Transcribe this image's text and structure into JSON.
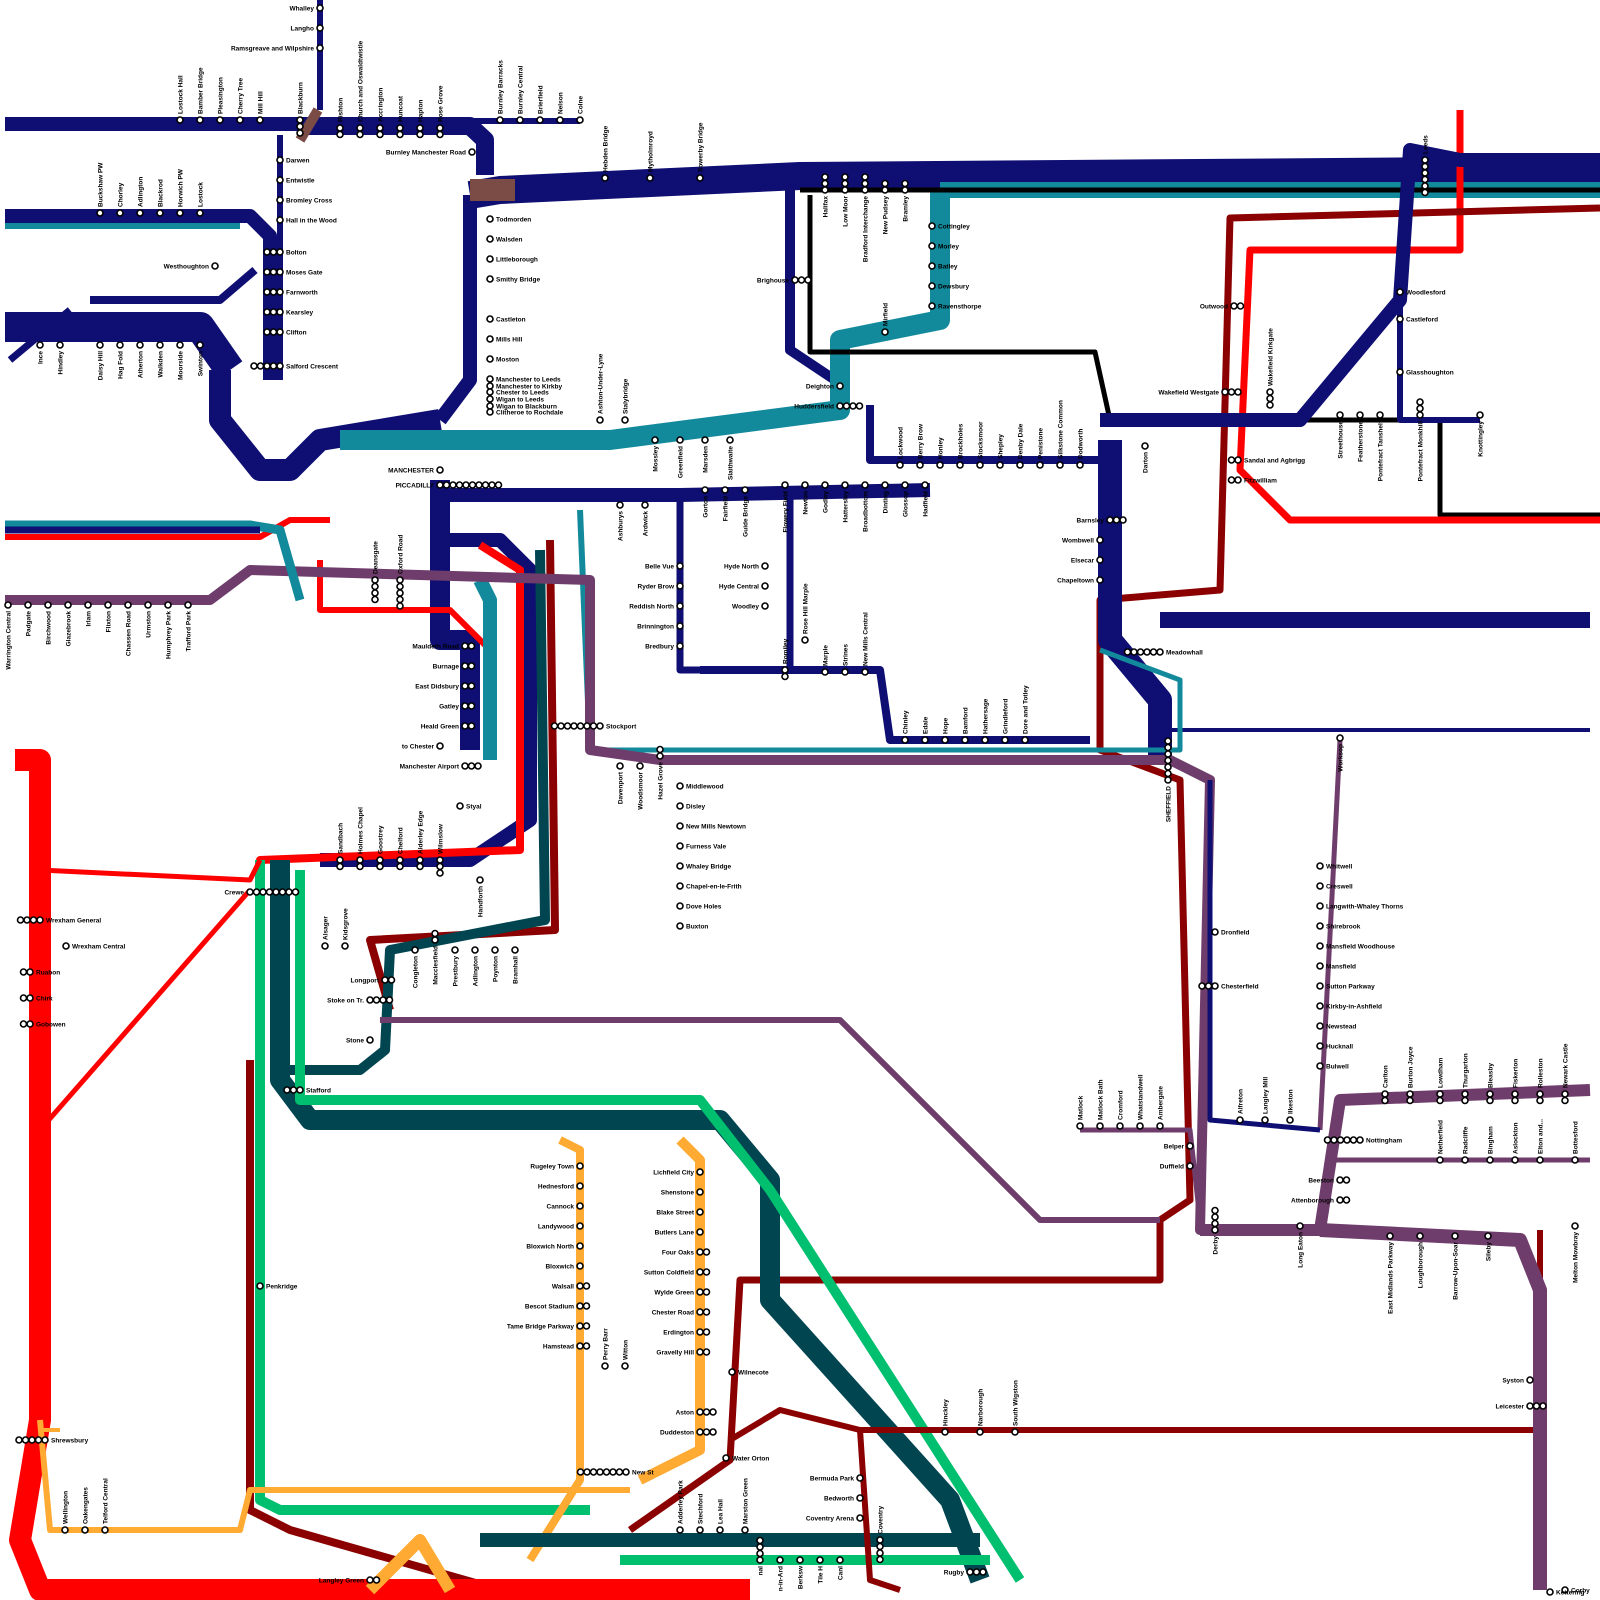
{
  "colors": {
    "navy": "#0e0e73",
    "teal": "#138a9c",
    "red": "#ff0000",
    "darkred": "#8b0000",
    "purple": "#6f3d6b",
    "darkteal": "#004550",
    "green": "#00bf6f",
    "orange": "#ffaa33",
    "brown": "#7b4b46",
    "black": "#000000"
  },
  "stations": {
    "whalley": "Whalley",
    "langho": "Langho",
    "ramsgreave": "Ramsgreave and Wilpshire",
    "lostock_hall": "Lostock Hall",
    "bamber_bridge": "Bamber Bridge",
    "pleasington": "Pleasington",
    "cherry_tree": "Cherry Tree",
    "mill_hill": "Mill Hill",
    "blackburn": "Blackburn",
    "rishton": "Rishton",
    "church": "Church and Oswaldtwistle",
    "accrington": "Accrington",
    "huncoat": "Huncoat",
    "hapton": "Hapton",
    "rose_grove": "Rose Grove",
    "burnley_barracks": "Burnley Barracks",
    "burnley_central": "Burnley Central",
    "brierfield": "Brierfield",
    "nelson": "Nelson",
    "colne": "Colne",
    "burnley_mr": "Burnley Manchester Road",
    "darwen": "Darwen",
    "entwistle": "Entwistle",
    "bromley_cross": "Bromley Cross",
    "hall_i_th_wood": "Hall in the Wood",
    "buckshaw": "Buckshaw PW",
    "chorley": "Chorley",
    "adlington": "Adlington",
    "blackrod": "Blackrod",
    "horwich": "Horwich PW",
    "lostock": "Lostock",
    "bolton": "Bolton",
    "moses_gate": "Moses Gate",
    "farnworth": "Farnworth",
    "kearsley": "Kearsley",
    "clifton": "Clifton",
    "salford_crescent": "Salford Crescent",
    "westhoughton": "Westhoughton",
    "ince": "Ince",
    "hindley": "Hindley",
    "daisy_hill": "Daisy Hill",
    "hag_fold": "Hag Fold",
    "atherton": "Atherton",
    "walkden": "Walkden",
    "moorside": "Moorside",
    "swinton": "Swinton",
    "todmorden": "Todmorden",
    "walsden": "Walsden",
    "littleborough": "Littleborough",
    "smithy_bridge": "Smithy Bridge",
    "castleton": "Castleton",
    "mills_hill": "Mills Hill",
    "moston": "Moston",
    "m2leeds": "Manchester to Leeds",
    "m2kirkby": "Manchester to Kirkby",
    "chester2leeds": "Chester to Leeds",
    "wigan2leeds": "Wigan to Leeds",
    "wigan2blackburn": "Wigan to Blackburn",
    "clitheroe2rochdale": "Clitheroe to Rochdale",
    "hebden_bridge": "Hebden Bridge",
    "mytholmroyd": "Mytholmroyd",
    "sowerby_bridge": "Sowerby Bridge",
    "halifax": "Halifax",
    "low_moor": "Low Moor",
    "bradford_int": "Bradford Interchange",
    "new_pudsey": "New Pudsey",
    "bramley": "Bramley",
    "leeds": "Leeds",
    "cottingley": "Cottingley",
    "morley": "Morley",
    "batley": "Batley",
    "dewsbury": "Dewsbury",
    "ravensthorpe": "Ravensthorpe",
    "mirfield": "Mirfield",
    "brighouse": "Brighouse",
    "deighton": "Deighton",
    "huddersfield": "Huddersfield",
    "outwood": "Outwood",
    "woodlesford": "Woodlesford",
    "castleford": "Castleford",
    "glasshoughton": "Glasshoughton",
    "wakefield_westgate": "Wakefield Westgate",
    "wakefield_kirkgate": "Wakefield Kirkgate",
    "streethouse": "Streethouse",
    "featherstone": "Featherstone",
    "pontefract_tanshelf": "Pontefract Tanshelf",
    "pontefract_monkhill": "Pontefract Monkhill",
    "knottingley": "Knottingley",
    "sandal": "Sandal and Agbrigg",
    "fitzwilliam": "Fitzwilliam",
    "ashton": "Ashton-Under-Lyne",
    "stalybridge": "Stalybridge",
    "mossley": "Mossley",
    "greenfield": "Greenfield",
    "marsden": "Marsden",
    "slaithwaite": "Slaithwaite",
    "lockwood": "Lockwood",
    "berry_brow": "Berry Brow",
    "honley": "Honley",
    "brockholes": "Brockholes",
    "stocksmoor": "Stocksmoor",
    "shepley": "Shepley",
    "denby_dale": "Denby Dale",
    "penistone": "Penistone",
    "silkstone": "Silkstone Common",
    "dodworth": "Dodworth",
    "darton": "Darton",
    "manchester": "MANCHESTER",
    "piccadilly": "PICCADILLY",
    "ashburys": "Ashburys",
    "ardwick": "Ardwick",
    "gorton": "Gorton",
    "fairfield": "Fairfield",
    "guide_bridge": "Guide Bridge",
    "flowery_field": "Flowery Field",
    "newton": "Newton",
    "godley": "Godley",
    "hattersley": "Hattersley",
    "broadbottom": "Broadbottom",
    "dinting": "Dinting",
    "glossop": "Glossop",
    "hadfield": "Hadfield",
    "belle_vue": "Belle Vue",
    "ryder_brow": "Ryder Brow",
    "reddish_north": "Reddish North",
    "brinnington": "Brinnington",
    "bredbury": "Bredbury",
    "hyde_north": "Hyde North",
    "hyde_central": "Hyde Central",
    "woodley": "Woodley",
    "romiley": "Romiley",
    "rose_hill": "Rose Hill Marple",
    "marple": "Marple",
    "strines": "Strines",
    "new_mills_central": "New Mills Central",
    "chinley": "Chinley",
    "edale": "Edale",
    "hope": "Hope",
    "bamford": "Bamford",
    "hathersage": "Hathersage",
    "grindleford": "Grindleford",
    "dore": "Dore and Totley",
    "barnsley": "Barnsley",
    "wombwell": "Wombwell",
    "elsecar": "Elsecar",
    "chapeltown": "Chapeltown",
    "meadowhall": "Meadowhall",
    "sheffield": "SHEFFIELD",
    "warrington": "Warrington Central",
    "padgate": "Padgate",
    "birchwood": "Birchwood",
    "glazebrook": "Glazebrook",
    "irlam": "Irlam",
    "flixton": "Flixton",
    "chassen_road": "Chassen Road",
    "urmston": "Urmston",
    "humphrey_park": "Humphrey Park",
    "trafford_park": "Trafford Park",
    "deansgate": "Deansgate",
    "oxford_road": "Oxford Road",
    "mauldeth_road": "Mauldeth Road",
    "burnage": "Burnage",
    "east_didsbury": "East Didsbury",
    "gatley": "Gatley",
    "heald_green": "Heald Green",
    "to_chester": "to Chester",
    "manchester_airport": "Manchester Airport",
    "styal": "Styal",
    "stockport": "Stockport",
    "davenport": "Davenport",
    "woodsmoor": "Woodsmoor",
    "hazel_grove": "Hazel Grove",
    "middlewood": "Middlewood",
    "disley": "Disley",
    "new_mills_newtown": "New Mills Newtown",
    "furness_vale": "Furness Vale",
    "whaley_bridge": "Whaley Bridge",
    "chapel": "Chapel-en-le-Frith",
    "dove_holes": "Dove Holes",
    "buxton": "Buxton",
    "sandbach": "Sandbach",
    "holmes_chapel": "Holmes Chapel",
    "goostrey": "Goostrey",
    "chelford": "Chelford",
    "alderley_edge": "Alderley Edge",
    "wilmslow": "Wilmslow",
    "handforth": "Handforth",
    "crewe": "Crewe",
    "alsager": "Alsager",
    "kidsgrove": "Kidsgrove",
    "congleton": "Congleton",
    "macclesfield": "Macclesfield",
    "prestbury": "Prestbury",
    "adlington_ches": "Adlington",
    "poynton": "Poynton",
    "bramhall": "Bramhall",
    "longport": "Longport",
    "stoke": "Stoke on Tr.",
    "stone": "Stone",
    "stafford": "Stafford",
    "penkridge": "Penkridge",
    "wrexham_general": "Wrexham General",
    "wrexham_central": "Wrexham Central",
    "ruabon": "Ruabon",
    "chirk": "Chirk",
    "gobowen": "Gobowen",
    "shrewsbury": "Shrewsbury",
    "wellington": "Wellington",
    "oakengates": "Oakengates",
    "telford": "Telford Central",
    "rugeley": "Rugeley Town",
    "hednesford": "Hednesford",
    "cannock": "Cannock",
    "landywood": "Landywood",
    "bloxwich_north": "Bloxwich North",
    "bloxwich": "Bloxwich",
    "walsall": "Walsall",
    "bescot": "Bescot Stadium",
    "tame_bridge": "Tame Bridge Parkway",
    "hamstead": "Hamstead",
    "perry_barr": "Perry Barr",
    "witton": "Witton",
    "lichfield": "Lichfield City",
    "shenstone": "Shenstone",
    "blake_street": "Blake Street",
    "butlers_lane": "Butlers Lane",
    "four_oaks": "Four Oaks",
    "sutton_coldfield": "Sutton Coldfield",
    "wylde_green": "Wylde Green",
    "chester_road": "Chester Road",
    "erdington": "Erdington",
    "gravelly_hill": "Gravelly Hill",
    "aston": "Aston",
    "duddeston": "Duddeston",
    "wilnecote": "Wilnecote",
    "water_orton": "Water Orton",
    "new_st": "New St",
    "adderley_park": "Adderley Park",
    "stechford": "Stechford",
    "lea_hall": "Lea Hall",
    "marston_green": "Marston Green",
    "langley_green": "Langley Green",
    "bermuda_park": "Bermuda Park",
    "bedworth": "Bedworth",
    "coventry_arena": "Coventry Arena",
    "coventry": "Coventry",
    "rugby": "Rugby",
    "canley": "Canl",
    "tile_hill": "Tile H",
    "berkswell": "Berksw",
    "hampton": "n-in-Ard",
    "birmingham_intl": "nal",
    "hinckley": "Hinckley",
    "narborough": "Narborough",
    "south_wigston": "South Wigston",
    "leicester": "Leicester",
    "syston": "Syston",
    "melton": "Melton Mowbray",
    "corby": "Corby",
    "kettering": "Kettering",
    "dronfield": "Dronfield",
    "chesterfield": "Chesterfield",
    "worksop": "Worksop",
    "whitwell": "Whitwell",
    "creswell": "Creswell",
    "langwith": "Langwith-Whaley Thorns",
    "shirebrook": "Shirebrook",
    "mansfield_woodhouse": "Mansfield Woodhouse",
    "mansfield": "Mansfield",
    "sutton_parkway": "Sutton Parkway",
    "kirkby": "Kirkby-in-Ashfield",
    "newstead": "Newstead",
    "hucknall": "Hucknall",
    "bulwell": "Bulwell",
    "carlton": "Carlton",
    "burton_joyce": "Burton Joyce",
    "lowdham": "Lowdham",
    "thurgarton": "Thurgarton",
    "bleasby": "Bleasby",
    "fiskerton": "Fiskerton",
    "rolleston": "Rolleston",
    "newark_castle": "Newark Castle",
    "matlock": "Matlock",
    "matlock_bath": "Matlock Bath",
    "cromford": "Cromford",
    "whatstandwell": "Whatstandwell",
    "ambergate": "Ambergate",
    "belper": "Belper",
    "duffield": "Duffield",
    "derby": "Derby",
    "alfreton": "Alfreton",
    "langley_mill": "Langley Mill",
    "ilkeston": "Ilkeston",
    "nottingham": "Nottingham",
    "netherfield": "Netherfield",
    "radcliffe": "Radcliffe",
    "bingham": "Bingham",
    "aslockton": "Aslockton",
    "elton": "Elton and...",
    "bottesford": "Bottesford",
    "beeston": "Beeston",
    "attenborough": "Attenborough",
    "long_eaton": "Long Eaton",
    "east_midlands": "East Midlands Parkway",
    "loughborough": "Loughborough",
    "barrow": "Barrow-Upon-Soar",
    "sileby": "Sileby"
  }
}
